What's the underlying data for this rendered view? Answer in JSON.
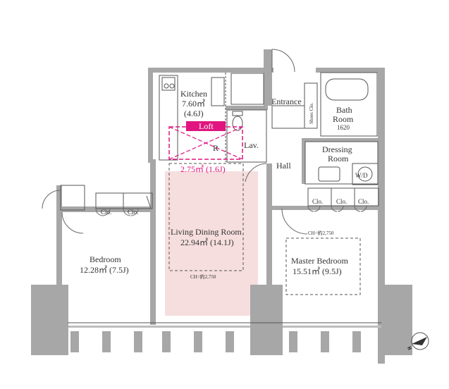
{
  "rooms": {
    "kitchen": {
      "name": "Kitchen",
      "area": "7.60㎡",
      "jo": "(4.6J)"
    },
    "loft": {
      "name": "Loft",
      "label_r": "R",
      "area": "2.75㎡ (1.6J)"
    },
    "entrance": {
      "name": "Entrance"
    },
    "shoes_closet": {
      "name": "Shoes Clo."
    },
    "bath": {
      "name_line1": "Bath",
      "name_line2": "Room",
      "size": "1620"
    },
    "lavatory": {
      "name": "Lav."
    },
    "dressing": {
      "name_line1": "Dressing",
      "name_line2": "Room"
    },
    "washer": {
      "name": "W/D"
    },
    "hall": {
      "name": "Hall"
    },
    "living": {
      "name": "Living Dining Room",
      "area": "22.94㎡ (14.1J)",
      "ceiling": "CH=約2,750"
    },
    "bedroom": {
      "name": "Bedroom",
      "area": "12.28㎡ (7.5J)"
    },
    "master": {
      "name": "Master Bedroom",
      "area": "15.51㎡ (9.5J)",
      "ceiling": "CH=約2,750"
    }
  },
  "closets": {
    "bedroom": [
      "Clo.",
      "Clo."
    ],
    "master": [
      "Clo.",
      "Clo.",
      "Clo."
    ]
  },
  "colors": {
    "wall": "#a7a7a7",
    "line": "#555555",
    "living_tint": "#f6dede",
    "loft_accent": "#e0157f",
    "fixture": "#8a8a8a"
  },
  "icons": {
    "compass": "north-arrow-icon"
  }
}
